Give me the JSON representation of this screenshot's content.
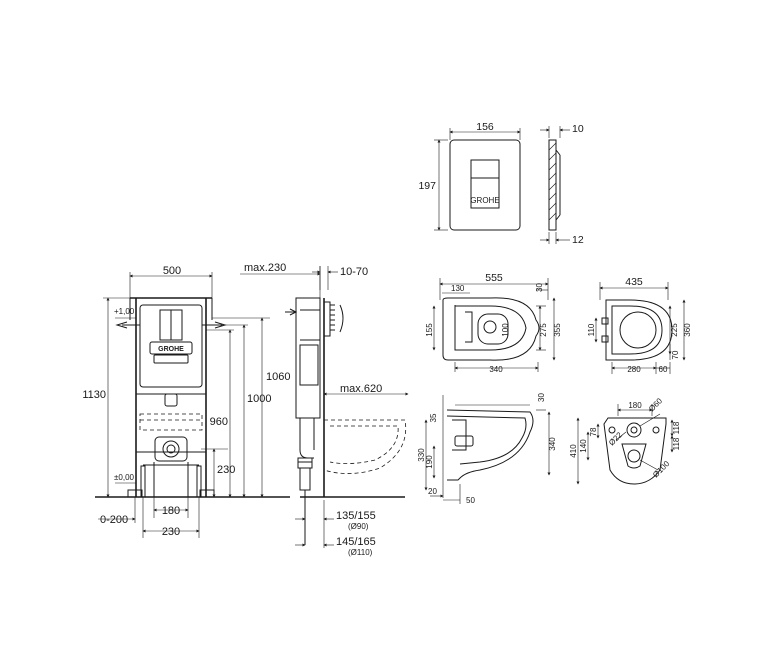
{
  "brand": {
    "logo_text": "GROHE"
  },
  "frame": {
    "width": "500",
    "depth": "max.230",
    "wall_offset": "10-70",
    "height_total": "1130",
    "height_1060": "1060",
    "height_1000": "1000",
    "height_960": "960",
    "height_230": "230",
    "level_top": "+1,00",
    "level_zero": "±0,00",
    "bowl_projection": "max.620",
    "floor_offset": "0-200",
    "bolt_spacing": "180",
    "bottom_width": "230",
    "outlet_1": "135/155",
    "outlet_1_dia": "(Ø90)",
    "outlet_2": "145/165",
    "outlet_2_dia": "(Ø110)"
  },
  "plate": {
    "width": "156",
    "height": "197",
    "thickness_top": "10",
    "thickness_bottom": "12"
  },
  "bowl_top": {
    "length": "555",
    "d30": "30",
    "d130": "130",
    "d155": "155",
    "d100": "100",
    "d275": "275",
    "d355": "355",
    "d340": "340"
  },
  "seat": {
    "length": "435",
    "d110": "110",
    "d225": "225",
    "d360": "360",
    "d70": "70",
    "d280": "280",
    "d60": "60"
  },
  "bowl_side": {
    "d35": "35",
    "d30": "30",
    "d330": "330",
    "d190": "190",
    "d340": "340",
    "d20": "20",
    "d50": "50"
  },
  "bowl_front": {
    "d180": "180",
    "d60": "Ø60",
    "d22": "Ø22",
    "d100": "Ø100",
    "d410": "410",
    "d140": "140",
    "d78": "78",
    "d118a": "118",
    "d118b": "118"
  }
}
